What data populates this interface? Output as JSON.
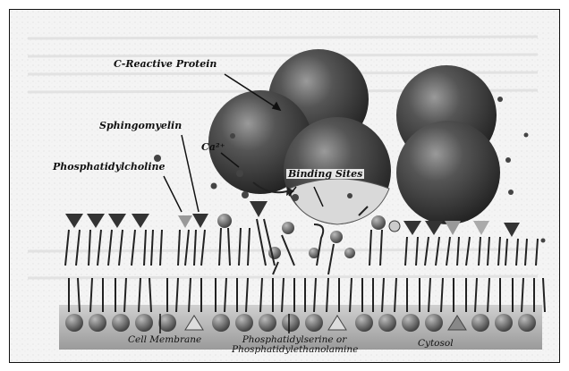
{
  "labels": {
    "crp": "C-Reactive Protein",
    "sphingomyelin": "Sphingomyelin",
    "ca": "Ca²⁺",
    "phosphatidylcholine": "Phosphatidylcholine",
    "binding_sites": "Binding Sites",
    "cell_membrane": "Cell Membrane",
    "ps_line1": "Phosphatidylserine or",
    "ps_line2": "Phosphatidylethanolamine",
    "cytosol": "Cytosol"
  },
  "colors": {
    "protein_dark": "#2f2f2f",
    "protein_light": "#8a8a8a",
    "binding_site": "#d9d9d9",
    "ink": "#222222",
    "membrane_band": "#bdbdbd",
    "ion": "#4a4a4a"
  }
}
